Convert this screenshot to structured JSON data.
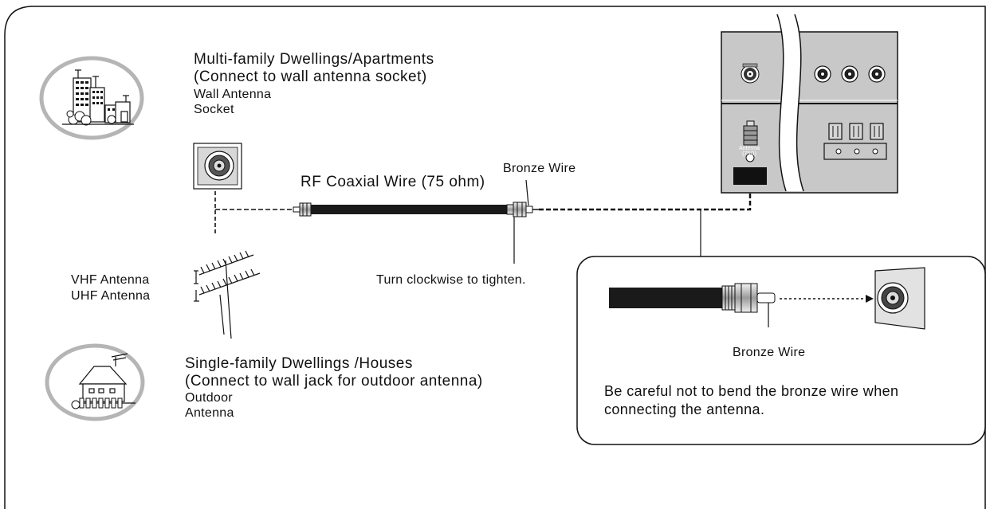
{
  "apartments": {
    "title": "Multi-family Dwellings/Apartments",
    "subtitle": "(Connect to wall antenna socket)",
    "label_line1": "Wall Antenna",
    "label_line2": "Socket"
  },
  "houses": {
    "title": "Single-family Dwellings /Houses",
    "subtitle": "(Connect to wall jack for outdoor antenna)",
    "label_line1": "Outdoor",
    "label_line2": "Antenna"
  },
  "antenna_labels": {
    "vhf": "VHF Antenna",
    "uhf": "UHF Antenna"
  },
  "cable": {
    "name": "RF Coaxial Wire (75 ohm)",
    "tip_label": "Bronze Wire",
    "instruction": "Turn clockwise to tighten."
  },
  "tv_panel": {
    "jack_label": "Antenna (75Ω)"
  },
  "detail": {
    "tip_label": "Bronze Wire",
    "caution": "Be careful not to bend the bronze wire when connecting the antenna."
  },
  "colors": {
    "line": "#111111",
    "panel_gray": "#c8c8c8",
    "badge_gray": "#bdbdbd",
    "cable": "#1a1a1a"
  }
}
